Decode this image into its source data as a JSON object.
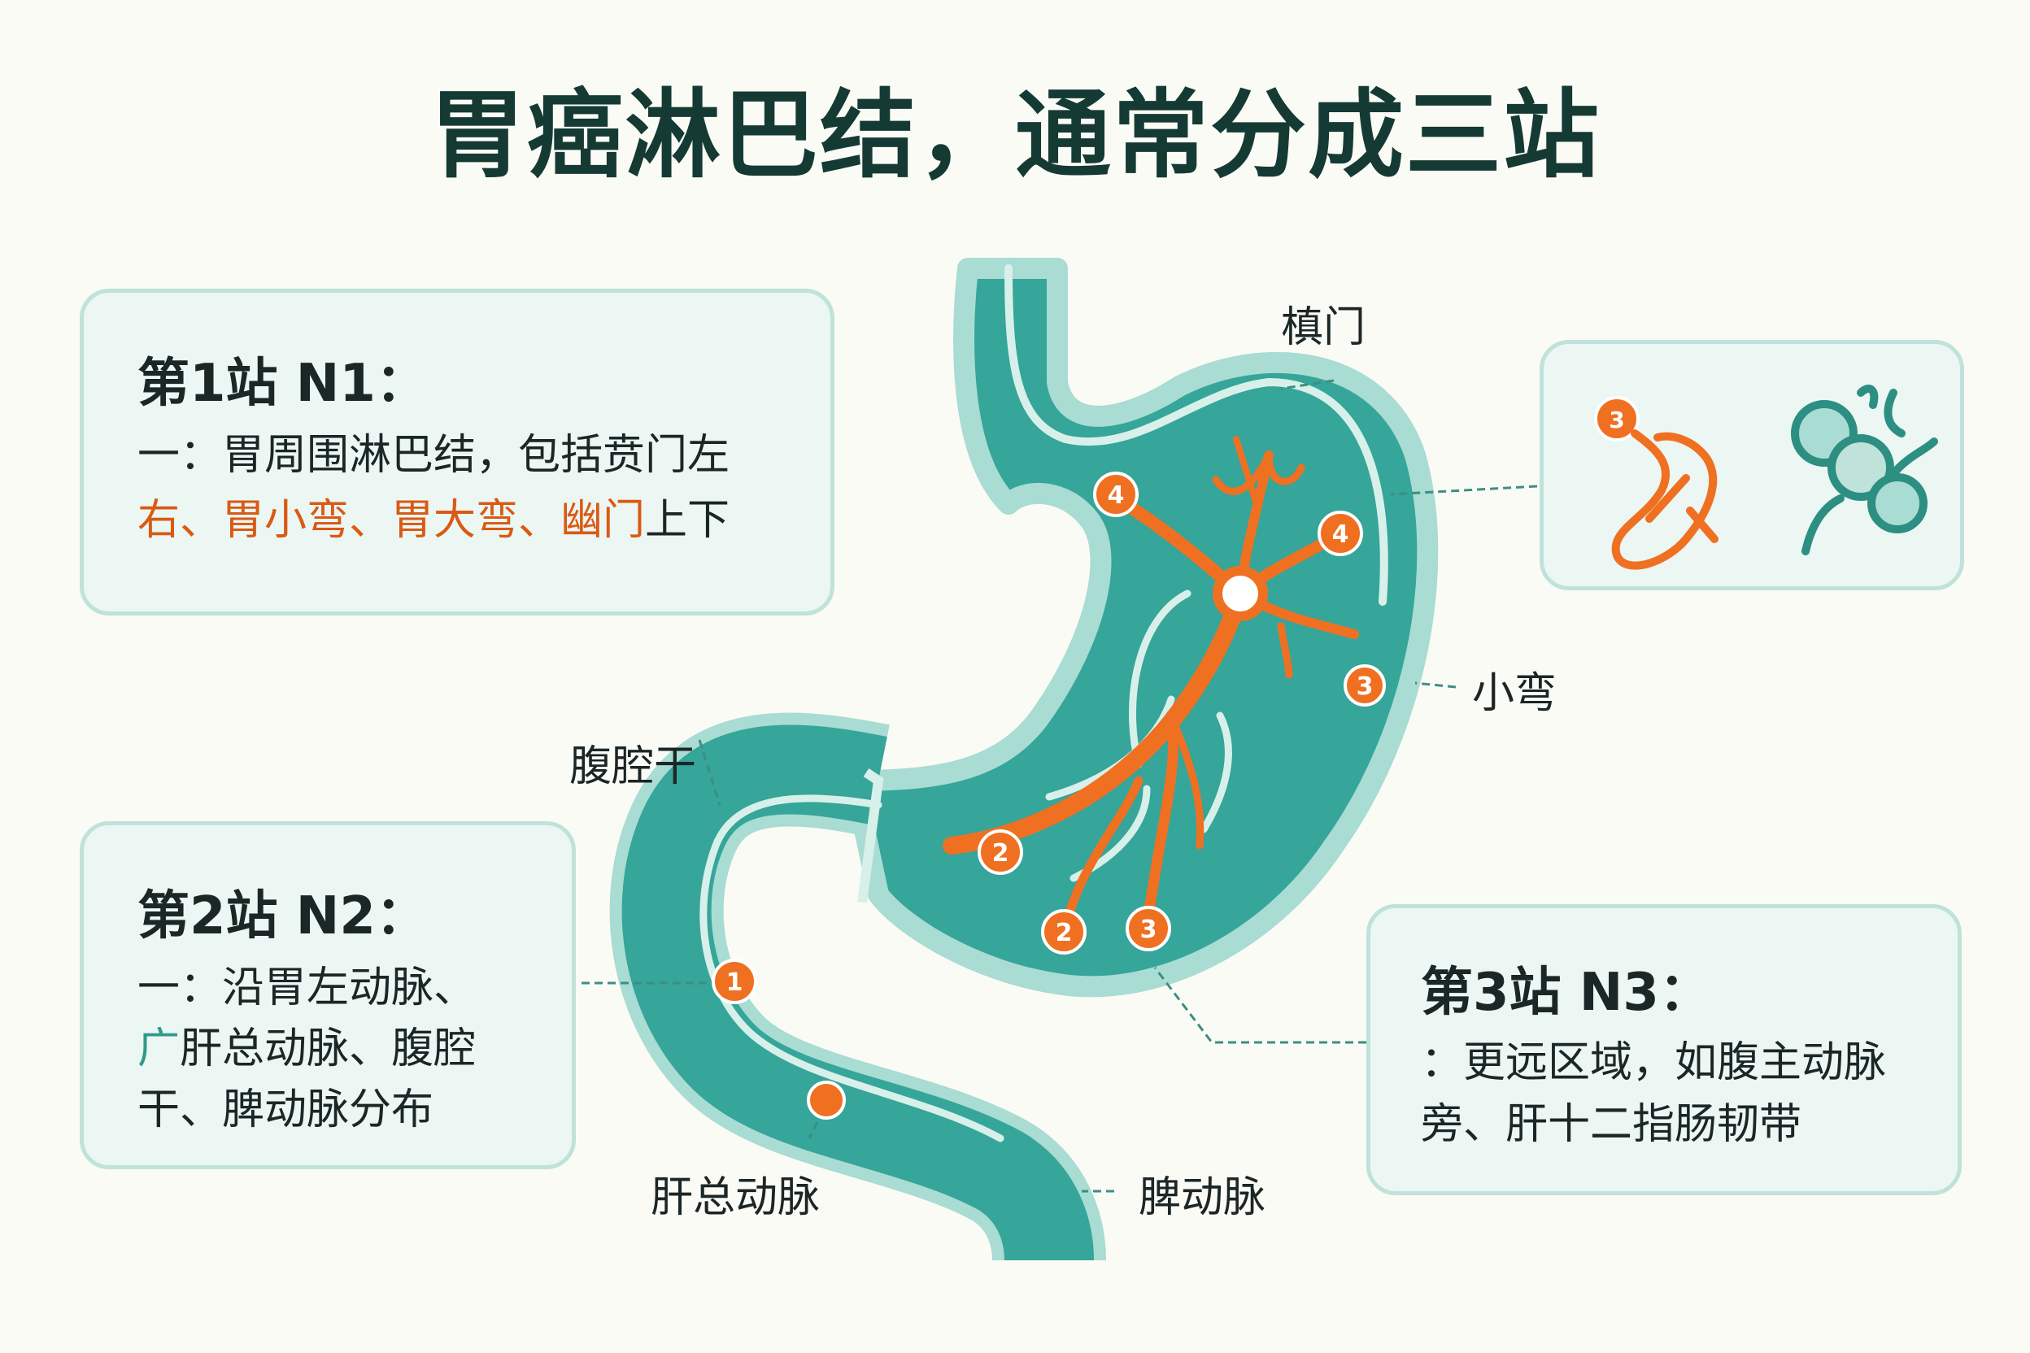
{
  "title": "胃癌淋巴结，通常分成三站",
  "station1": {
    "title": "第1站 N1：",
    "line1": "一：胃周围淋巴结，包括贲门左",
    "line2_hl": "右、胃小弯、胃大弯、幽门",
    "line2_rest": "上下"
  },
  "station2": {
    "title": "第2站 N2：",
    "line1": "一：沿胃左动脉、",
    "line2_mark": "广",
    "line2_rest": "肝总动脉、腹腔",
    "line3": "干、脾动脉分布"
  },
  "station3": {
    "title": "第3站 N3：",
    "line1": "：更远区域，如腹主动脉",
    "line2": "旁、肝十二指肠韧带"
  },
  "labels": {
    "cardia": "槙门",
    "lesser_curvature": "小弯",
    "celiac_trunk": "腹腔干",
    "common_hepatic_artery": "肝总动脉",
    "splenic_artery": "脾动脉"
  },
  "node_badges": {
    "n4_left": "4",
    "n4_right": "4",
    "n3_right": "3",
    "n2_left": "2",
    "n2_bottom": "2",
    "n3_bottom": "3",
    "n1_duodenum": "1",
    "legend_3": "3"
  },
  "colors": {
    "stomach": "#36a59a",
    "stomach_outline": "#a9dcd3",
    "vessel": "#f07021",
    "card_bg": "#ecf6f2"
  }
}
